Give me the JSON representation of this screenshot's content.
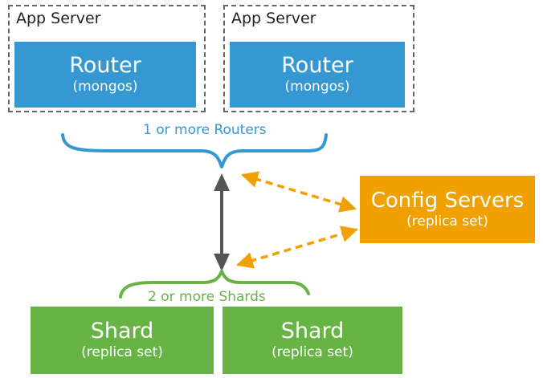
{
  "app_servers": [
    {
      "label": "App Server",
      "router_title": "Router",
      "router_subtitle": "(mongos)"
    },
    {
      "label": "App Server",
      "router_title": "Router",
      "router_subtitle": "(mongos)"
    }
  ],
  "routers_caption": "1 or more Routers",
  "config": {
    "title": "Config Servers",
    "subtitle": "(replica set)"
  },
  "shards_caption": "2 or more Shards",
  "shards": [
    {
      "title": "Shard",
      "subtitle": "(replica set)"
    },
    {
      "title": "Shard",
      "subtitle": "(replica set)"
    }
  ],
  "colors": {
    "router": "#3598d2",
    "config": "#f0a000",
    "shard": "#67b346",
    "connector": "#555555"
  }
}
